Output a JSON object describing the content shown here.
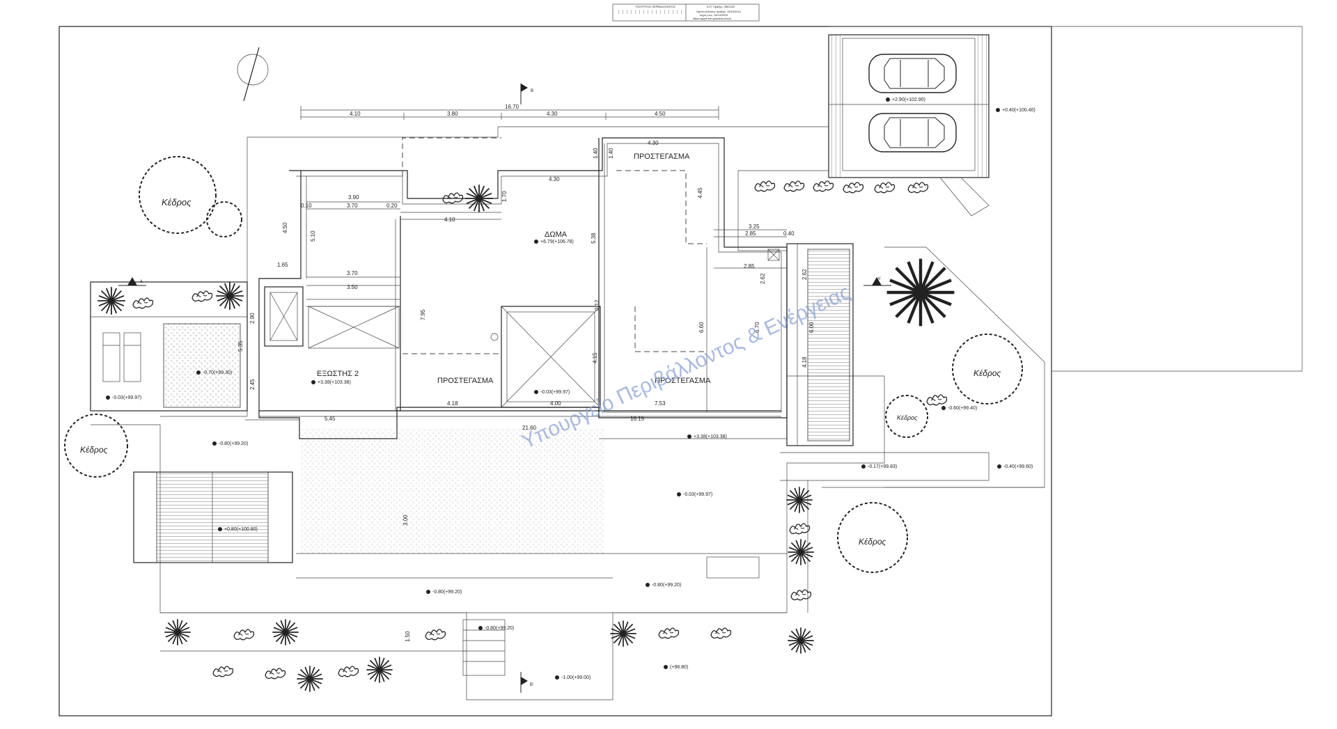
{
  "stamp": {
    "line1": "ΥΠΟΥΡΓΕΙΟ ΠΕΡΙΒΑΛΛΟΝΤΟΣ",
    "line2": "Α.Π. Πράξης: 2891322",
    "line3": "Ημ/νία έκδοσης πράξης: 15/10/2021",
    "line4": "Ισχύς έως: 15/10/2025",
    "line5": "https://apps.tee.gr/adeia-check"
  },
  "watermark": "Υπουργείο Περιβάλλοντος & Ενέργειας",
  "section_markers": {
    "top": "B",
    "bottom": "B'",
    "left": "A",
    "right": "A'"
  },
  "rooms": {
    "doma": "ΔΩΜΑ",
    "exostis": "ΕΞΩΣΤΗΣ 2",
    "prostegasma_top": "ΠΡΟΣΤΕΓΑΣΜΑ",
    "prostegasma_center": "ΠΡΟΣΤΕΓΑΣΜΑ",
    "prostegasma_right": "ΠΡΟΣΤΕΓΑΣΜΑ"
  },
  "dimensions": {
    "top_total": "16.70",
    "top_a": "4.10",
    "top_b": "3.80",
    "top_c": "4.30",
    "top_d": "4.50",
    "d430a": "4.30",
    "d430b": "4.30",
    "d140a": "1.40",
    "d140b": "1.40",
    "d390": "3.90",
    "d370a": "3.70",
    "d370b": "3.70",
    "d350": "3.50",
    "d020": "0.20",
    "d010": "0.10",
    "d410": "4.10",
    "d170": "1.70",
    "d538": "5.38",
    "d445": "4.45",
    "d325": "3.25",
    "d285a": "2.85",
    "d285b": "2.85",
    "d040": "0.40",
    "d450": "4.50",
    "d510": "5.10",
    "d165": "1.65",
    "d290": "2.90",
    "d245": "2.45",
    "d535": "5.35",
    "d795": "7.95",
    "d415": "4.15",
    "d660": "6.60",
    "d670": "6.70",
    "d600": "6.00",
    "d262a": "2.62",
    "d262b": "2.62",
    "d418": "4.18",
    "d418b": "4.18",
    "d400": "4.00",
    "d753": "7.53",
    "d545": "5.45",
    "d2160": "21.60",
    "d1615": "16.15",
    "d300": "3.00",
    "d150": "1.50",
    "d012": "0.12"
  },
  "levels": {
    "doma": "+6.79(+106.78)",
    "exostis": "+3.38(+103.38)",
    "center": "-0.03(+99.97)",
    "pool_deck": "-0.03(+99.97)",
    "pool": "-0.70(+99.30)",
    "lawn_left": "-0.80(+99.20)",
    "pergola": "+0.80(+100.80)",
    "front_right": "+3.38(+103.38)",
    "patio": "-0.03(+99.97)",
    "garden_right": "-0.60(+99.40)",
    "ramp_a": "-0.17(+99.83)",
    "ramp_b": "-0.40(+99.60)",
    "lawn_mid": "-0.80(+99.20)",
    "lawn_front": "-0.80(+99.20)",
    "steps": "-0.80(+99.20)",
    "entry": "-1.00(+99.00)",
    "entry_right": "(+98.80)",
    "parking": "+2.90(+102.90)",
    "top_right": "+0.40(+100.40)"
  },
  "tree_label": "Κέδρος"
}
